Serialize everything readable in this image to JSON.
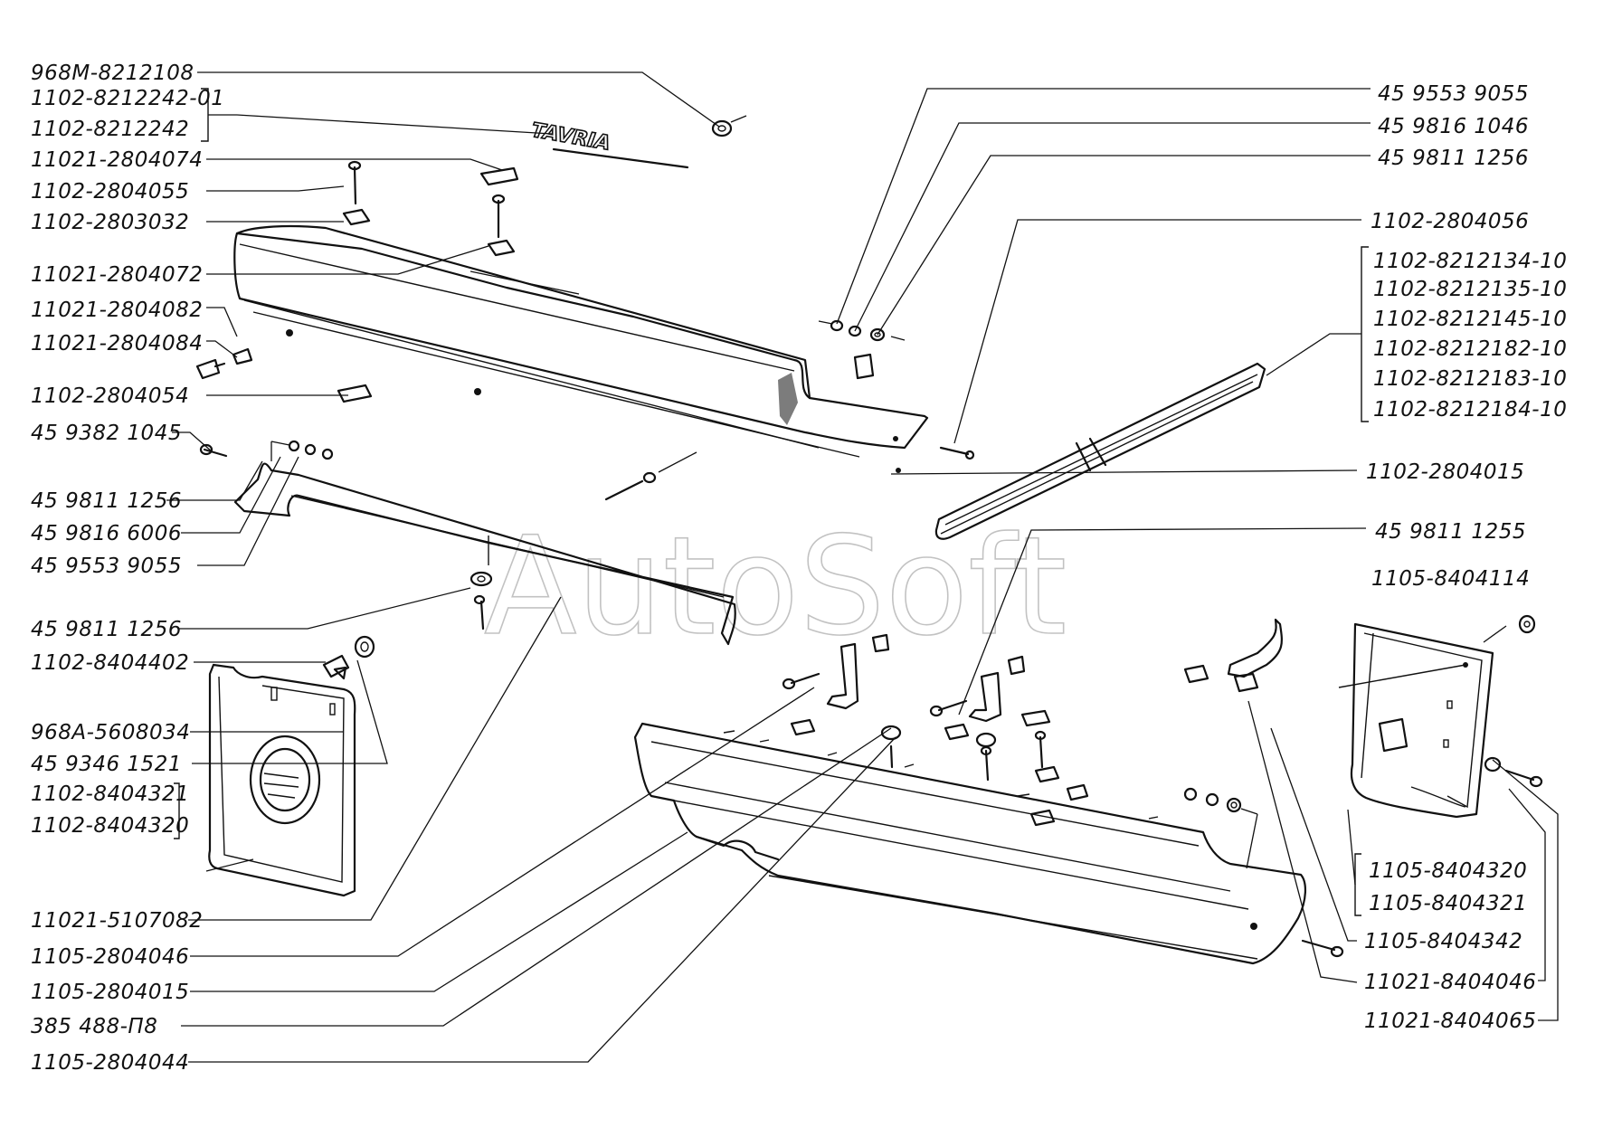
{
  "watermark": "AutoSoft",
  "emblem_text": "TAVRIA",
  "labels_left": [
    "968M-8212108",
    "1102-8212242-01",
    "1102-8212242",
    "11021-2804074",
    "1102-2804055",
    "1102-2803032",
    "11021-2804072",
    "11021-2804082",
    "11021-2804084",
    "1102-2804054",
    "45 9382 1045",
    "45 9811 1256",
    "45 9816 6006",
    "45 9553 9055",
    "45 9811 1256",
    "1102-8404402",
    "968A-5608034",
    "45 9346 1521",
    "1102-8404321",
    "1102-8404320",
    "11021-5107082",
    "1105-2804046",
    "1105-2804015",
    "385 488-П8",
    "1105-2804044"
  ],
  "labels_right": [
    "45 9553 9055",
    "45 9816 1046",
    "45 9811 1256",
    "1102-2804056",
    "1102-8212134-10",
    "1102-8212135-10",
    "1102-8212145-10",
    "1102-8212182-10",
    "1102-8212183-10",
    "1102-8212184-10",
    "1102-2804015",
    "45 9811 1255",
    "1105-8404114",
    "1105-8404320",
    "1105-8404321",
    "1105-8404342",
    "11021-8404046",
    "11021-8404065"
  ]
}
